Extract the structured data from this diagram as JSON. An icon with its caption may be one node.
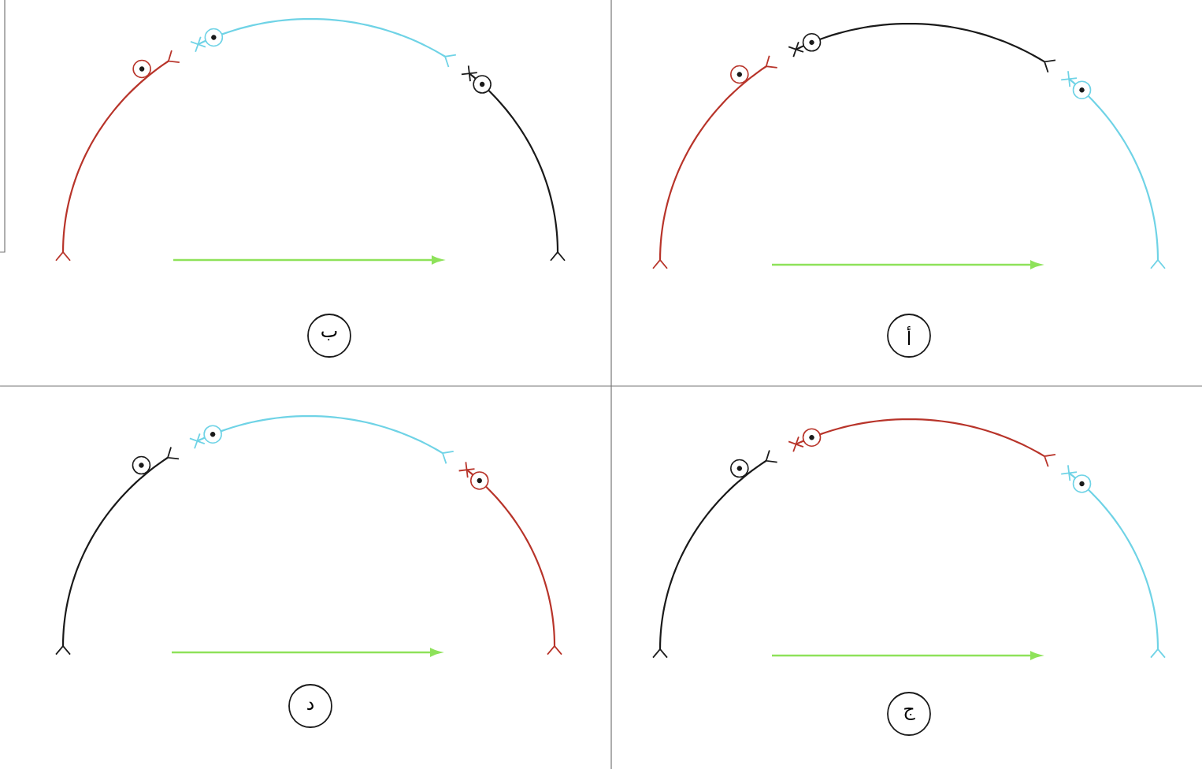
{
  "diagram": {
    "nodes": [
      {
        "text": [
          "ب"
        ]
      },
      {
        "text": [
          "أ"
        ]
      },
      {
        "text": [
          "د"
        ]
      },
      {
        "text": [
          "ج"
        ]
      }
    ]
  }
}
